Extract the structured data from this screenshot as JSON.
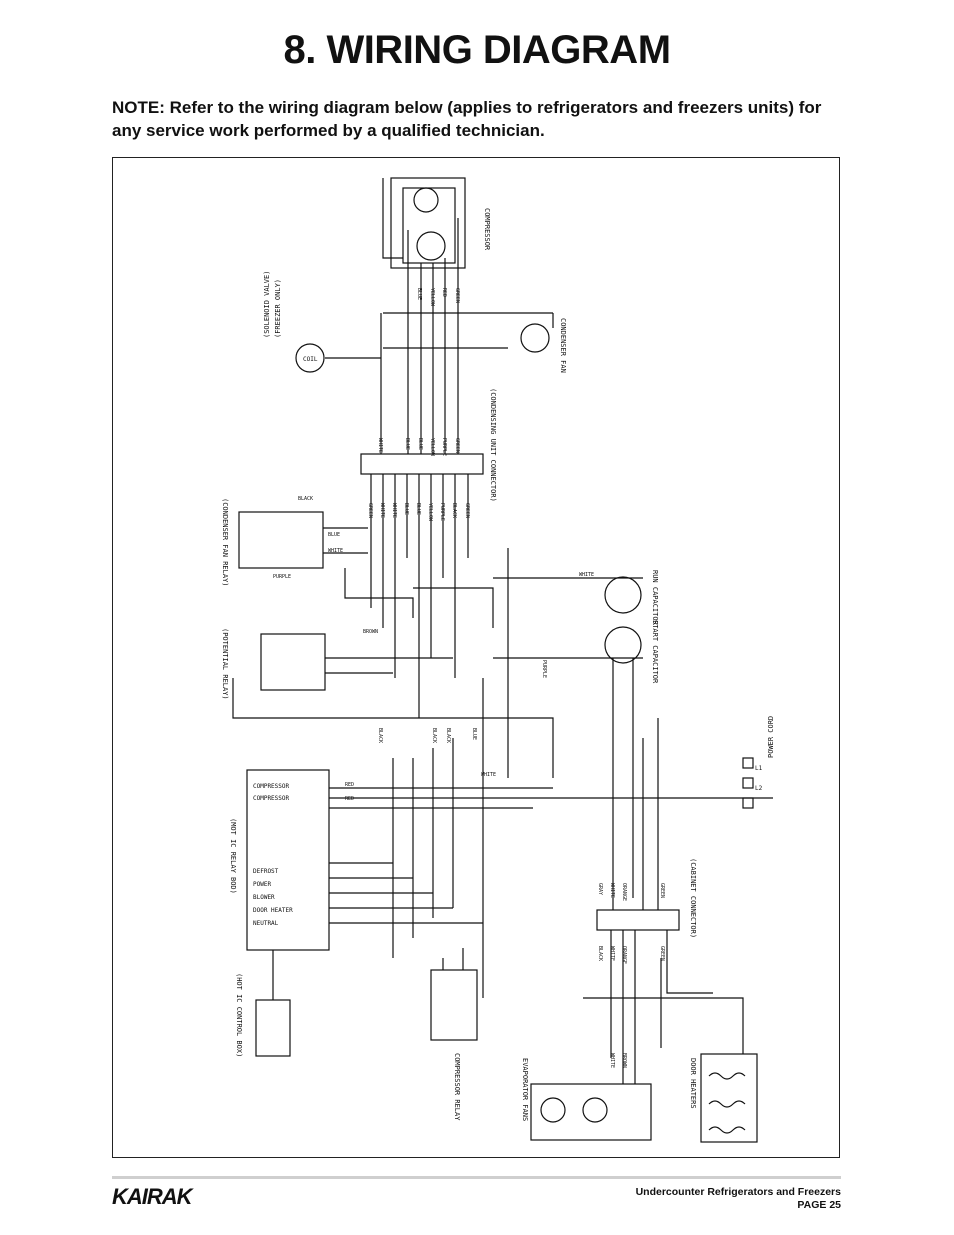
{
  "title": "8. WIRING DIAGRAM",
  "note": "NOTE:  Refer to the wiring diagram below (applies to refrigerators and freezers units) for any service work performed by a qualified technician.",
  "diagram": {
    "labels": {
      "compressor": "COMPRESSOR",
      "condenser_fan": "CONDENSER FAN",
      "solenoid_valve": "(SOLENOID VALVE)",
      "freezer_only": "(FREEZER ONLY)",
      "coil": "COIL",
      "condensing_unit_connector": "(CONDENSING UNIT CONNECTOR)",
      "condenser_fan_relay": "(CONDENSER FAN RELAY)",
      "run_capacitor": "RUN CAPACITOR",
      "start_capacitor": "START CAPACITOR",
      "potential_relay": "(POTENTIAL RELAY)",
      "power_cord": "POWER CORD",
      "cabinet_connector": "(CABINET CONNECTOR)",
      "relay_board": "(MOT IC RELAY BOD)",
      "control_box": "(HOT IC CONTROL BOX)",
      "compressor_relay": "COMPRESSOR RELAY",
      "evaporator_fans": "EVAPORATOR FANS",
      "door_heaters": "DOOR HEATERS",
      "board_terminals": [
        "COMPRESSOR",
        "COMPRESSOR",
        "DEFROST",
        "POWER",
        "BLOWER",
        "DOOR HEATER",
        "NEUTRAL"
      ],
      "connector_wires_top": [
        "WHITE",
        "BLUE",
        "BLUE",
        "YELLOW",
        "PURPLE",
        "GREEN"
      ],
      "connector_wires_bottom": [
        "GREEN",
        "WHITE",
        "WHITE",
        "BLUE",
        "BLUE",
        "YELLOW",
        "PURPLE",
        "BLACK",
        "GREEN"
      ],
      "compressor_wires": [
        "BLUE",
        "YELLOW",
        "RED",
        "GREEN"
      ],
      "misc_wires": [
        "PURPLE",
        "BLACK",
        "BLUE",
        "WHITE",
        "PURPLE",
        "BLACK",
        "BLACK",
        "BLACK",
        "BLUE",
        "BROWN",
        "WHITE",
        "RED",
        "RED",
        "WHITE"
      ],
      "cabinet_wires": [
        "GRAY",
        "WHITE",
        "ORANGE",
        "GREEN",
        "BLACK",
        "WHITE",
        "ORANGE",
        "GREEN"
      ],
      "evap_wires": [
        "WHITE",
        "BROWN"
      ],
      "power_terminals": [
        "L1",
        "L2"
      ]
    }
  },
  "footer": {
    "logo": "KAIRAK",
    "line1": "Undercounter Refrigerators and Freezers",
    "line2": "PAGE 25"
  }
}
